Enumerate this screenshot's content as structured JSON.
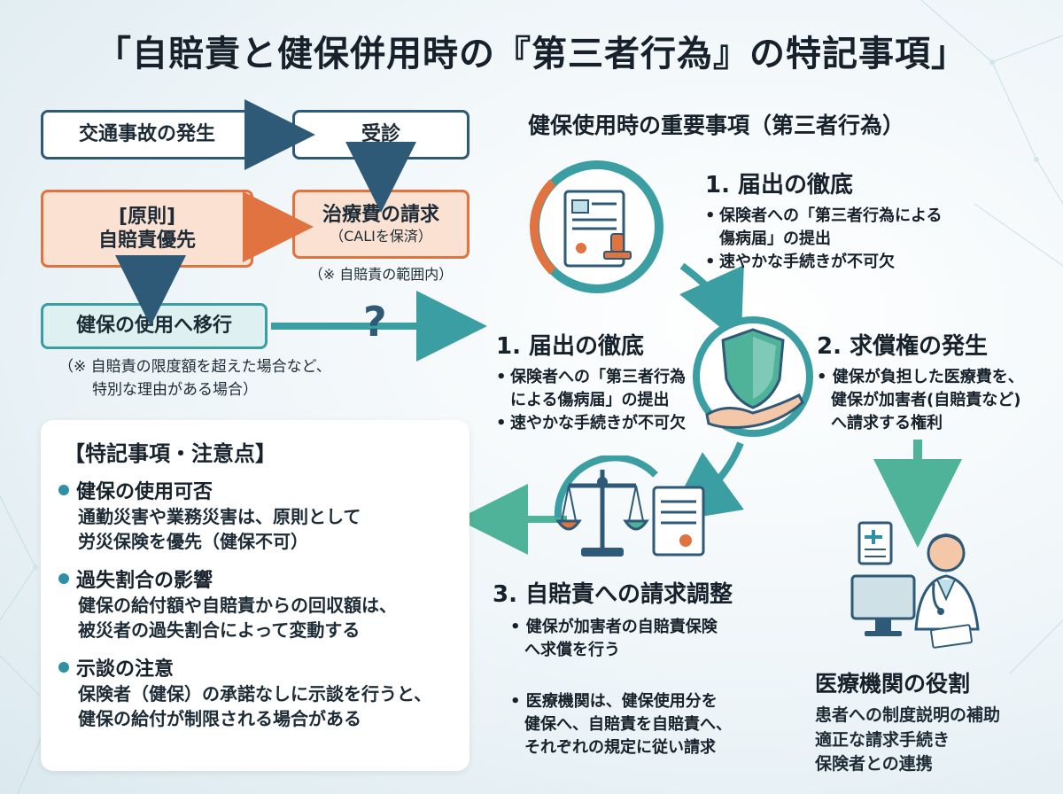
{
  "title": "「自賠責と健保併用時の『第三者行為』の特記事項」",
  "flow": {
    "accident": "交通事故の発生",
    "visit": "受診",
    "principle_line1": "[原則]",
    "principle_line2": "自賠責優先",
    "claim_line1": "治療費の請求",
    "claim_line2": "（CALIを保済）",
    "claim_note": "（※ 自賠責の範囲内）",
    "switch": "健保の使用へ移行",
    "question": "?",
    "switch_note_line1": "（※ 自賠責の限度額を超えた場合など、",
    "switch_note_line2": "特別な理由がある場合）"
  },
  "right_heading": "健保使用時の重要事項（第三者行為）",
  "step1_top": {
    "heading": "1. 届出の徹底",
    "bullets": [
      "保険者への「第三者行為による傷病届」の提出",
      "速やかな手続きが不可欠"
    ],
    "bullet1_line1": "保険者への「第三者行為による",
    "bullet1_line2": "傷病届」の提出",
    "bullet2": "速やかな手続きが不可欠"
  },
  "step1_mid": {
    "heading": "1. 届出の徹底",
    "bullet1_line1": "保険者への「第三者行為",
    "bullet1_line2": "による傷病届」の提出",
    "bullet2": "速やかな手続きが不可欠"
  },
  "step2": {
    "heading": "2. 求償権の発生",
    "line1": "健保が負担した医療費を、",
    "line2": "健保が加害者(自賠責など)",
    "line3": "へ請求する権利"
  },
  "step3": {
    "heading": "3. 自賠責への請求調整",
    "b1_line1": "健保が加害者の自賠責保険",
    "b1_line2": "へ求償を行う",
    "b2_line1": "医療機関は、健保使用分を",
    "b2_line2": "健保へ、自賠責を自賠責へ、",
    "b2_line3": "それぞれの規定に従い請求"
  },
  "role": {
    "heading": "医療機関の役割",
    "line1": "患者への制度説明の補助",
    "line2": "適正な請求手続き",
    "line3": "保険者との連携"
  },
  "panel": {
    "title": "【特記事項・注意点】",
    "items": [
      {
        "head": "健保の使用可否",
        "line1": "通勤災害や業務災害は、原則として",
        "line2": "労災保険を優先（健保不可）"
      },
      {
        "head": "過失割合の影響",
        "line1": "健保の給付額や自賠責からの回収額は、",
        "line2": "被災者の過失割合によって変動する"
      },
      {
        "head": "示談の注意",
        "line1": "保険者（健保）の承諾なしに示談を行うと、",
        "line2": "健保の給付が制限される場合がある"
      }
    ]
  },
  "icons": [
    "document-stamp-icon",
    "shield-hand-icon",
    "scales-document-icon",
    "doctor-computer-icon"
  ],
  "colors": {
    "navy": "#2e5a78",
    "orange": "#e0733f",
    "teal": "#3a9ea2",
    "accent_blue": "#2f8fa4"
  }
}
